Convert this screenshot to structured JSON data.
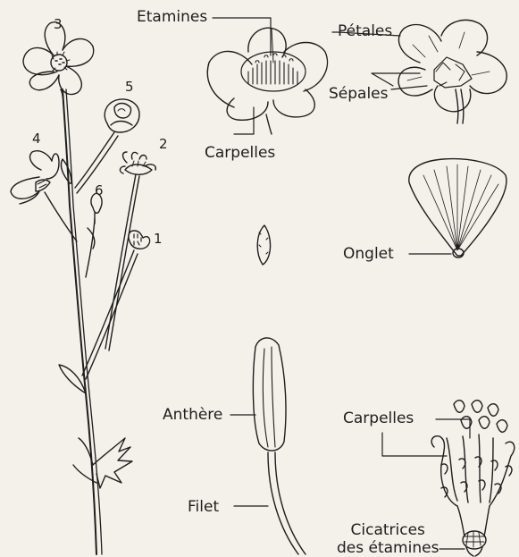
{
  "figure": {
    "ink_color": "#1e1e1e",
    "paper_color": "#f4f0ea",
    "stage_numbers": [
      "3",
      "5",
      "4",
      "2",
      "6",
      "1"
    ],
    "labels": {
      "etamines": "Etamines",
      "petales": "Pétales",
      "sepales": "Sépales",
      "carpelles_top": "Carpelles",
      "onglet": "Onglet",
      "anthere": "Anthère",
      "filet": "Filet",
      "carpelles_bottom": "Carpelles",
      "cicatrices_line1": "Cicatrices",
      "cicatrices_line2": "des étamines"
    }
  }
}
